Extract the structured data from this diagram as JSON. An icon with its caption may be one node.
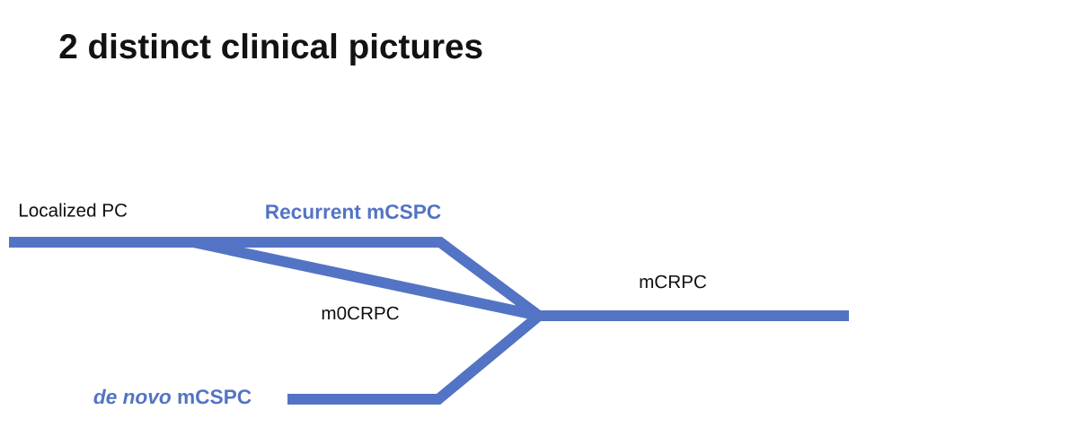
{
  "diagram": {
    "title": "2 distinct clinical pictures",
    "labels": [
      "Localized PC",
      "Recurrent mCSPC",
      "mCRPC",
      "m0CRPC",
      "*de novo* mCSPC"
    ]
  }
}
